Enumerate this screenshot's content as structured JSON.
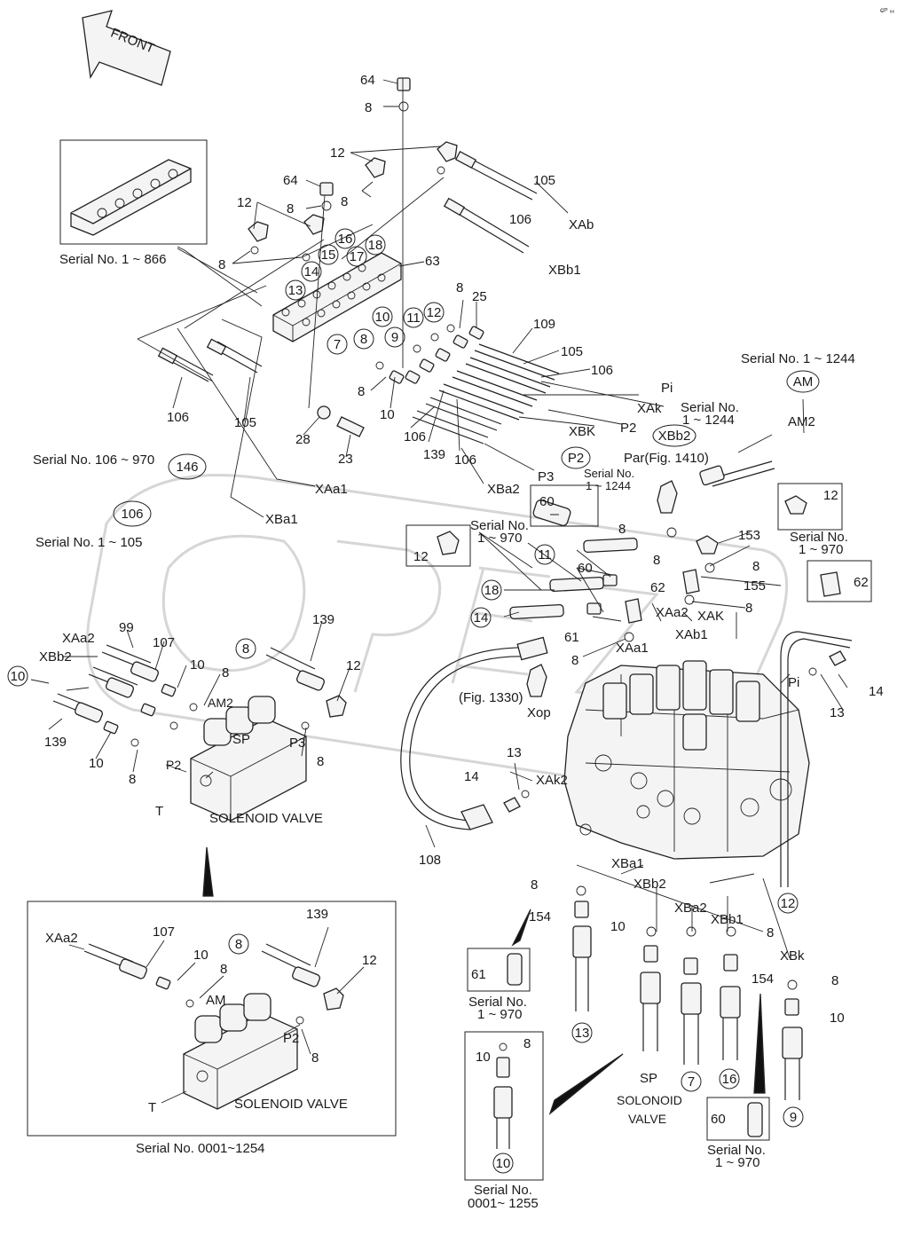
{
  "front_label": "FRONT",
  "corner_mark": "c̶ᵐ ₓₓ",
  "labels": {
    "p64a": "64",
    "p8a": "8",
    "p12a": "12",
    "p105a": "105",
    "xab": "XAb",
    "p64b": "64",
    "p8b": "8",
    "p8c": "8",
    "p106a": "106",
    "xbb1": "XBb1",
    "p12b": "12",
    "p8d": "8",
    "p63": "63",
    "serial_866": "Serial No. 1 ~ 866",
    "p8e": "8",
    "p25": "25",
    "p109": "109",
    "p105b": "105",
    "p106b": "106",
    "pi_a": "Pi",
    "xak_a": "XAk",
    "p2_a": "P2",
    "xbk_a": "XBK",
    "p3_a": "P3",
    "xba2_a": "XBa2",
    "p8f": "8",
    "p10a": "10",
    "p106c": "106",
    "p105c": "105",
    "p28": "28",
    "p23": "23",
    "p106d": "106",
    "p139a": "139",
    "p106e": "106",
    "xaa1_a": "XAa1",
    "xba1_a": "XBa1",
    "serial_970": "Serial No. 106 ~ 970",
    "serial_105": "Serial No. 1 ~ 105",
    "serial_1244_top": "Serial No. 1 ~ 1244",
    "am2": "AM2",
    "serial_1244_b": "Serial No.",
    "serial_1244_c": "1 ~ 1244",
    "par": "Par(Fig. 1410)",
    "serial_1244_d": "Serial No.",
    "serial_1244_e": "1 ~ 1244",
    "p60a": "60",
    "serial_970b": "Serial No.",
    "serial_970c": "1 ~ 970",
    "p8g": "8",
    "p153": "153",
    "p12c": "12",
    "serial_970d": "Serial No.",
    "serial_970e": "1 ~ 970",
    "p12d": "12",
    "p8h": "8",
    "p60b": "60",
    "p8i": "8",
    "p155": "155",
    "p62a": "62",
    "p62b": "62",
    "xaa2_a": "XAa2",
    "xak_b": "XAK",
    "p8j": "8",
    "xab1": "XAb1",
    "p61": "61",
    "p8k": "8",
    "xaa1_b": "XAa1",
    "pi_b": "Pi",
    "p14a": "14",
    "p13a": "13",
    "fig1330": "(Fig. 1330)",
    "xop": "Xop",
    "p99": "99",
    "p107a": "107",
    "xaa2_b": "XAa2",
    "xbb2_a": "XBb2",
    "p10b": "10",
    "p8l": "8",
    "am2b": "AM2",
    "p139b": "139",
    "p12e": "12",
    "p139c": "139",
    "p10c": "10",
    "p8m": "8",
    "p2_b": "P2",
    "sp_a": "SP",
    "p3_b": "P3",
    "p8n": "8",
    "t_a": "T",
    "sol_a": "SOLENOID VALVE",
    "p13b": "13",
    "p14b": "14",
    "xak2": "XAk2",
    "p108": "108",
    "xba1_b": "XBa1",
    "xbb2_b": "XBb2",
    "p8o": "8",
    "xba2_b": "XBa2",
    "xbb1_b": "XBb1",
    "p154a": "154",
    "p10d": "10",
    "p8p": "8",
    "xbk_b": "XBk",
    "p61b": "61",
    "serial_970f": "Serial No.",
    "serial_970g": "1 ~ 970",
    "p154b": "154",
    "p8q": "8",
    "p10e": "10",
    "sp_b": "SP",
    "solonoid": "SOLONOID",
    "valve": "VALVE",
    "p60c": "60",
    "serial_970h": "Serial No.",
    "serial_970i": "1 ~ 970",
    "p8r": "8",
    "p10f": "10",
    "serial_1255a": "Serial No.",
    "serial_1255b": "0001~ 1255",
    "xaa2_c": "XAa2",
    "p107b": "107",
    "p10g": "10",
    "p8s": "8",
    "am": "AM",
    "p139d": "139",
    "p12f": "12",
    "p2_c": "P2",
    "p8t": "8",
    "t_b": "T",
    "sol_b": "SOLENOID VALVE",
    "serial_1254": "Serial No. 0001~1254"
  },
  "circled": {
    "c16": "16",
    "c18": "18",
    "c15": "15",
    "c17": "17",
    "c14": "14",
    "c13": "13",
    "c11": "11",
    "c10": "10",
    "c9": "9",
    "c12": "12",
    "c7": "7",
    "c8": "8",
    "c146": "146",
    "c106": "106",
    "c_am": "AM",
    "c_xbb2": "XBb2",
    "c_p2": "P2",
    "c11b": "11",
    "c18b": "18",
    "c14b": "14",
    "c8b": "8",
    "c10b": "10",
    "c12b": "12",
    "c13b": "13",
    "c7b": "7",
    "c16b": "16",
    "c9b": "9",
    "c10c": "10",
    "c8c": "8"
  }
}
